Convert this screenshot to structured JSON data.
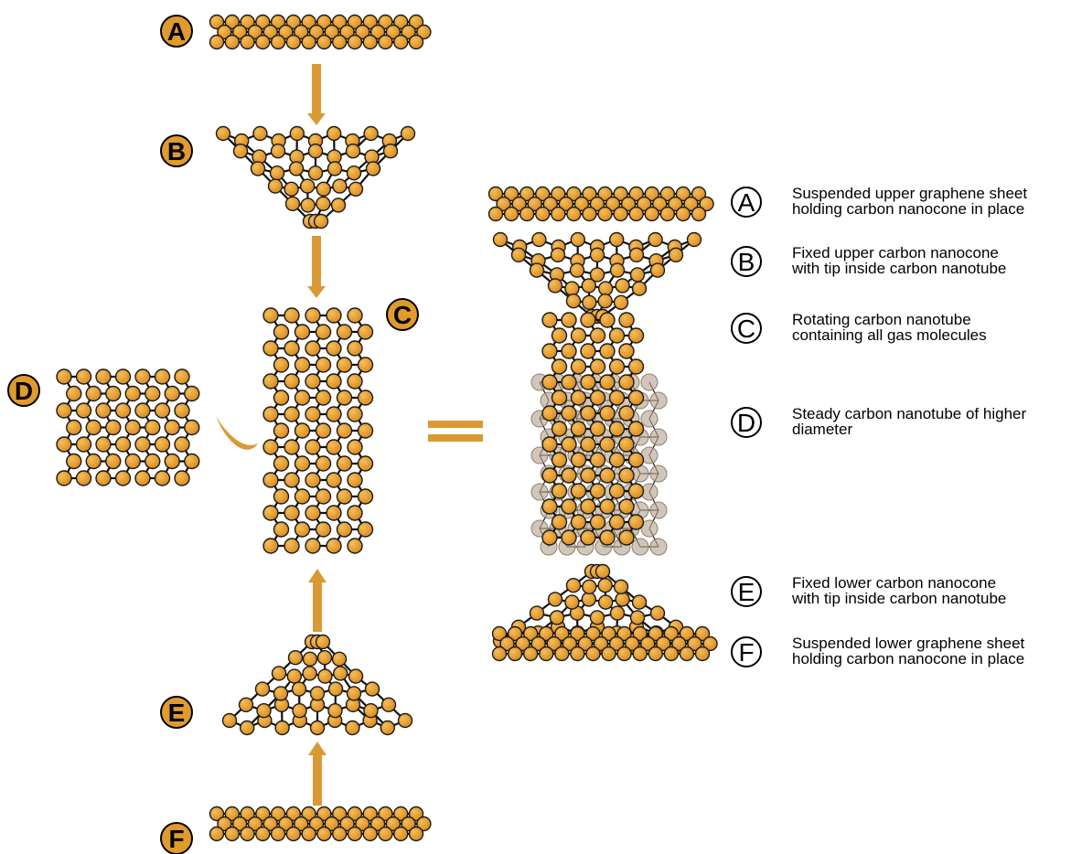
{
  "components": [
    {
      "letter": "A",
      "line1": "Suspended upper graphene sheet",
      "line2": "holding carbon nanocone in place"
    },
    {
      "letter": "B",
      "line1": "Fixed upper carbon nanocone",
      "line2": "with tip inside carbon nanotube"
    },
    {
      "letter": "C",
      "line1": "Rotating carbon nanotube",
      "line2": "containing all gas molecules"
    },
    {
      "letter": "D",
      "line1": "Steady carbon nanotube of higher",
      "line2": "diameter"
    },
    {
      "letter": "E",
      "line1": "Fixed lower carbon nanocone",
      "line2": "with tip inside carbon nanotube"
    },
    {
      "letter": "F",
      "line1": "Suspended lower graphene sheet",
      "line2": "holding carbon nanocone in place"
    }
  ],
  "colors": {
    "atom": "#E09A2E",
    "atom_stroke": "#1a1a1a",
    "bond": "#111111",
    "arrow": "#D99A35",
    "ghost_atom": "#B9A894"
  }
}
